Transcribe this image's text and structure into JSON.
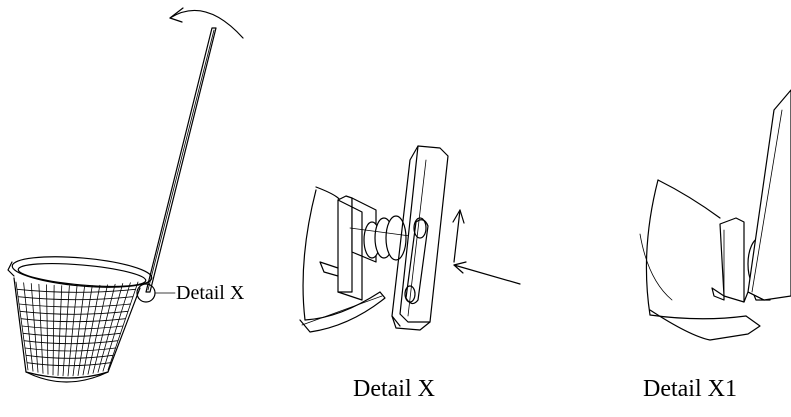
{
  "labels": {
    "callout_x": "Detail X",
    "caption_x": "Detail X",
    "caption_x1": "Detail X1"
  }
}
